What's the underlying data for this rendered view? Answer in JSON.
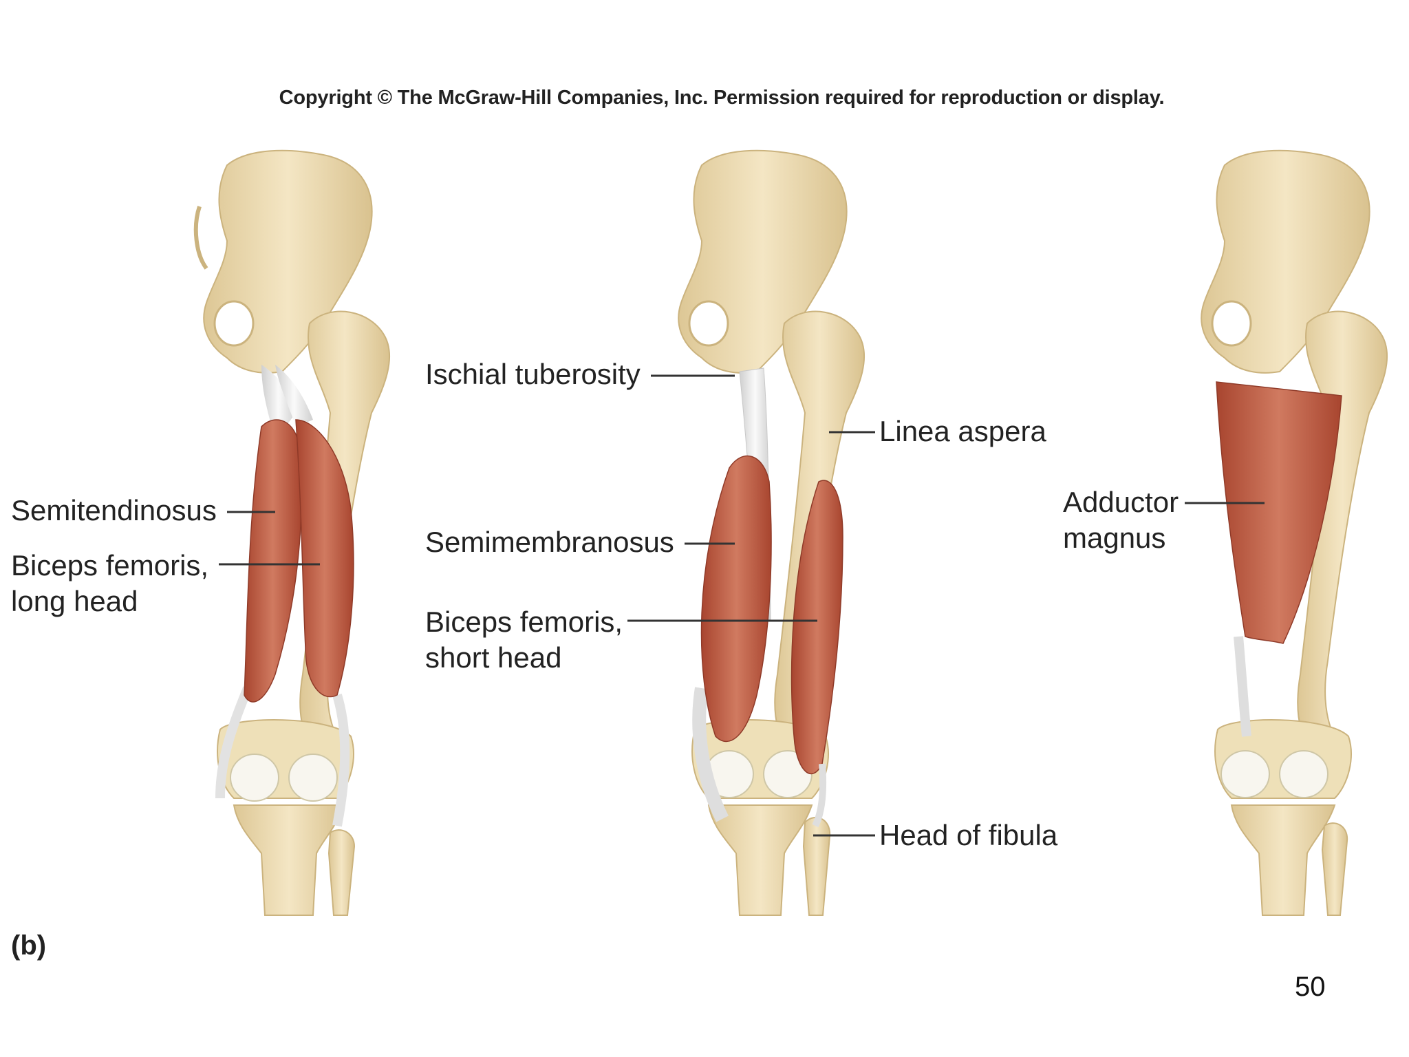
{
  "copyright": "Copyright © The McGraw-Hill Companies, Inc. Permission required for reproduction or display.",
  "panel_letter": "(b)",
  "page_number": "50",
  "labels": {
    "semitendinosus": "Semitendinosus",
    "biceps_long": [
      "Biceps femoris,",
      "long head"
    ],
    "ischial_tuberosity": "Ischial tuberosity",
    "linea_aspera": "Linea aspera",
    "semimembranosus": "Semimembranosus",
    "biceps_short": [
      "Biceps femoris,",
      "short head"
    ],
    "head_of_fibula": "Head of fibula",
    "adductor_magnus": [
      "Adductor",
      "magnus"
    ]
  },
  "colors": {
    "bone": "#f1e2bd",
    "bone_shadow": "#d6c08f",
    "muscle": "#c4644c",
    "muscle_dark": "#a94a36",
    "tendon": "#eeeeee",
    "leader_line": "#333333"
  }
}
